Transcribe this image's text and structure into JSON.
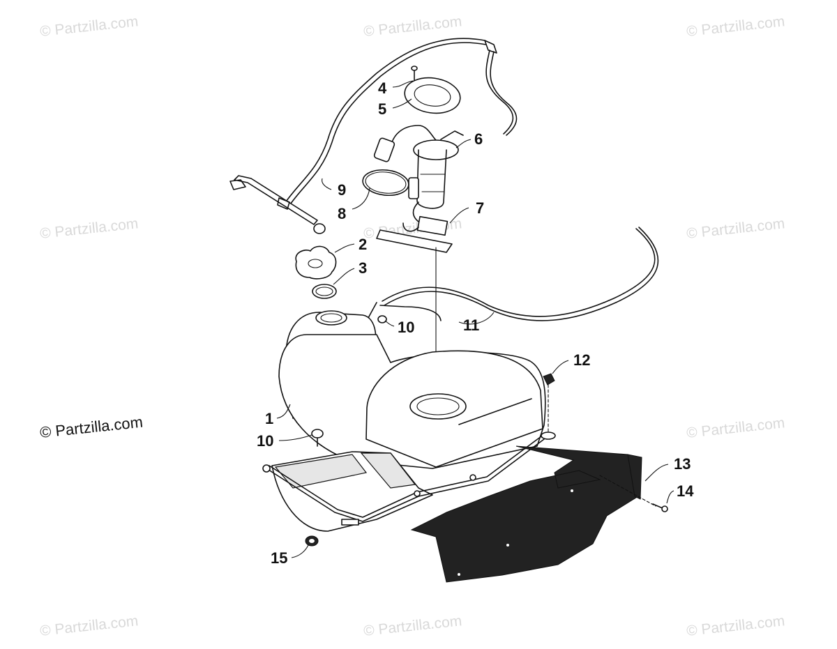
{
  "watermark": {
    "text": "© Partzilla.com",
    "main_text": "© Partzilla.com"
  },
  "callouts": {
    "c1": "1",
    "c2": "2",
    "c3": "3",
    "c4": "4",
    "c5": "5",
    "c6": "6",
    "c7": "7",
    "c8": "8",
    "c9": "9",
    "c10a": "10",
    "c10b": "10",
    "c11": "11",
    "c12": "12",
    "c13": "13",
    "c14": "14",
    "c15": "15"
  },
  "colors": {
    "line": "#111111",
    "watermark": "#d9d9d9",
    "background": "#ffffff"
  }
}
